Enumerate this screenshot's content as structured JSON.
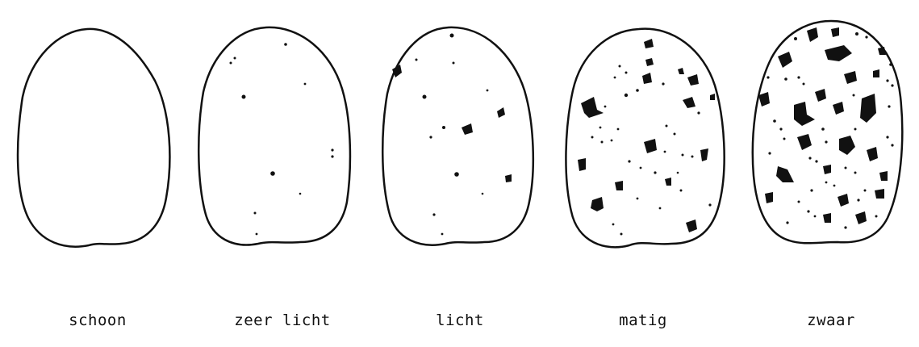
{
  "colors": {
    "ink": "#111111",
    "paper": "#ffffff"
  },
  "eggs": [
    {
      "label": "schoon"
    },
    {
      "label": "zeer licht"
    },
    {
      "label": "licht"
    },
    {
      "label": "matig"
    },
    {
      "label": "zwaar"
    }
  ]
}
